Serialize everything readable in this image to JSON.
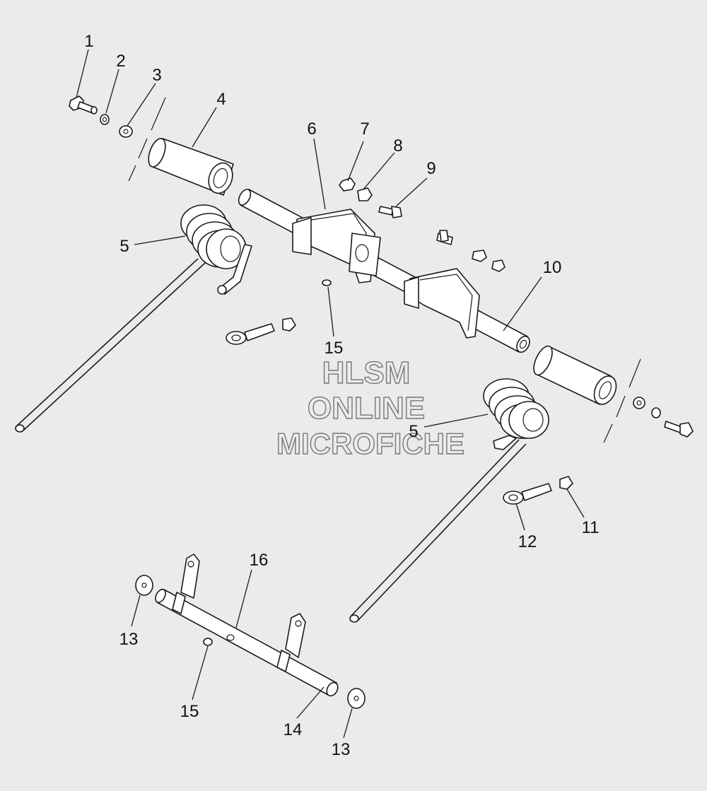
{
  "watermark": {
    "line1": "HLSM",
    "line2": "ONLINE",
    "line3": "MICROFICHE"
  },
  "callouts": [
    "1",
    "2",
    "3",
    "4",
    "5",
    "6",
    "7",
    "8",
    "9",
    "10",
    "15",
    "5",
    "11",
    "12",
    "16",
    "13",
    "15",
    "14",
    "13"
  ],
  "colors": {
    "background": "#ebebeb",
    "line": "#1a1a1a",
    "fill": "#ffffff",
    "watermark": "#777777"
  }
}
